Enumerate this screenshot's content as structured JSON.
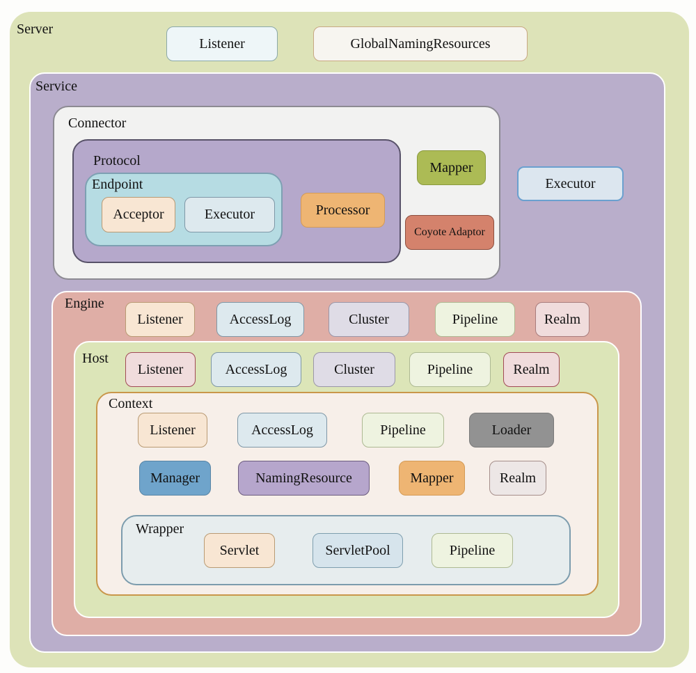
{
  "server": {
    "label": "Server",
    "components": [
      "Listener",
      "GlobalNamingResources"
    ]
  },
  "service": {
    "label": "Service",
    "executor": "Executor",
    "connector": {
      "label": "Connector",
      "protocol": {
        "label": "Protocol",
        "endpoint": {
          "label": "Endpoint",
          "components": [
            "Acceptor",
            "Executor"
          ]
        },
        "processor": "Processor"
      },
      "mapper": "Mapper",
      "coyote_adaptor": "Coyote Adaptor"
    },
    "engine": {
      "label": "Engine",
      "components": [
        "Listener",
        "AccessLog",
        "Cluster",
        "Pipeline",
        "Realm"
      ],
      "host": {
        "label": "Host",
        "components": [
          "Listener",
          "AccessLog",
          "Cluster",
          "Pipeline",
          "Realm"
        ],
        "context": {
          "label": "Context",
          "row1": [
            "Listener",
            "AccessLog",
            "Pipeline",
            "Loader"
          ],
          "row2": [
            "Manager",
            "NamingResource",
            "Mapper",
            "Realm"
          ],
          "wrapper": {
            "label": "Wrapper",
            "components": [
              "Servlet",
              "ServletPool",
              "Pipeline"
            ]
          }
        }
      }
    }
  }
}
